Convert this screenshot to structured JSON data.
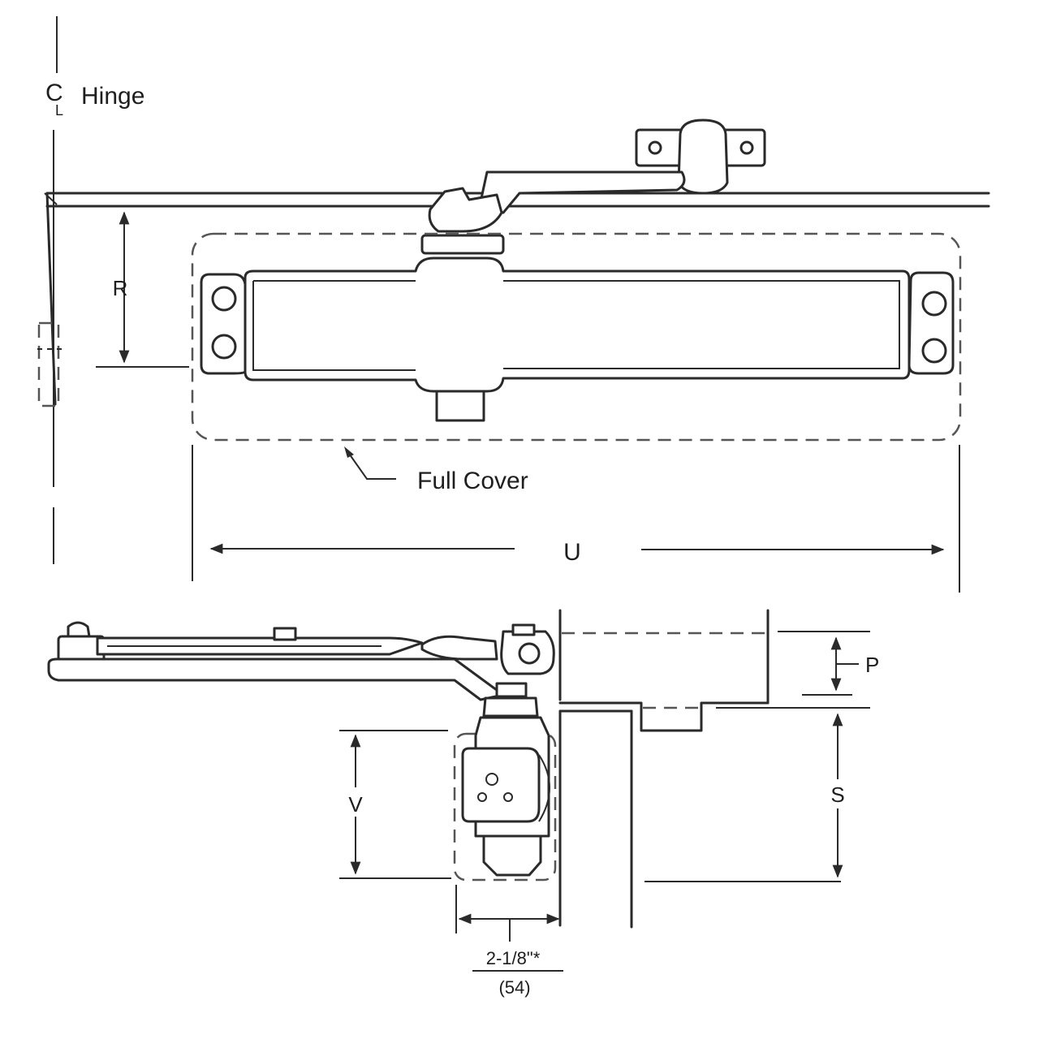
{
  "labels": {
    "centerline_symbol": "C",
    "centerline_sub": "L",
    "hinge": "Hinge",
    "dim_R": "R",
    "full_cover": "Full Cover",
    "dim_U": "U",
    "dim_P": "P",
    "dim_V": "V",
    "dim_S": "S",
    "dim_width": "2-1/8\"*",
    "dim_width_metric": "(54)"
  }
}
